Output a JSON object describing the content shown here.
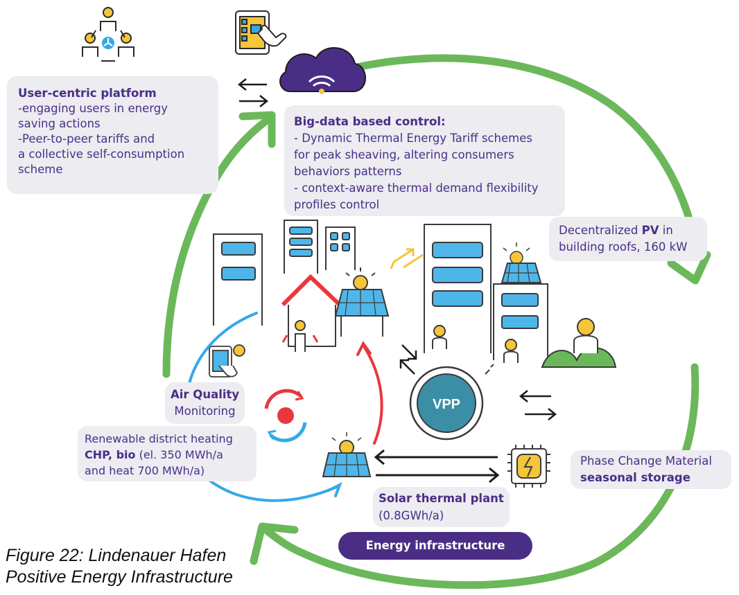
{
  "user_platform": {
    "title": "User-centric platform",
    "lines": [
      "-engaging users in energy",
      "saving actions",
      "-Peer-to-peer tariffs and",
      "a collective self-consumption",
      "scheme"
    ]
  },
  "big_data": {
    "title": "Big-data based control:",
    "lines": [
      "- Dynamic Thermal Energy Tariff schemes",
      "for peak sheaving, altering consumers",
      "behaviors patterns",
      "- context-aware thermal demand flexibility",
      "profiles control"
    ]
  },
  "pv": {
    "line1_prefix": "Decentralized ",
    "line1_bold": "PV",
    "line1_suffix": " in",
    "line2": "building roofs, 160 kW"
  },
  "air_quality": {
    "title": "Air Quality",
    "subtitle": "Monitoring"
  },
  "heating": {
    "line1": "Renewable district heating",
    "line2_bold": "CHP, bio",
    "line2_rest": " (el. 350 MWh/a",
    "line3": "and heat 700 MWh/a)"
  },
  "pcm": {
    "line1": "Phase Change Material",
    "line2": "seasonal storage"
  },
  "solar_thermal": {
    "title": "Solar thermal plant",
    "subtitle": "(0.8GWh/a)"
  },
  "vpp_label": "VPP",
  "energy_infrastructure": "Energy infrastructure",
  "caption": {
    "line1": "Figure 22: Lindenauer Hafen",
    "line2": "Positive Energy Infrastructure"
  },
  "colors": {
    "cycle_green": "#6bb85a",
    "purple": "#4a2e86",
    "box_bg": "#ececf1",
    "window_blue": "#4fb6ea",
    "sun_yellow": "#f5c53a",
    "heat_blue": "#35a9e8",
    "heat_red": "#e8383d",
    "vpp_teal": "#3a8fa6"
  },
  "icons": [
    "community-users-icon",
    "touch-phone-icon",
    "cloud-wifi-icon",
    "solar-panel-icon",
    "house-icon",
    "vpp-icon",
    "storage-chip-icon",
    "user-avatar-icon",
    "cycle-arrows-icon"
  ]
}
